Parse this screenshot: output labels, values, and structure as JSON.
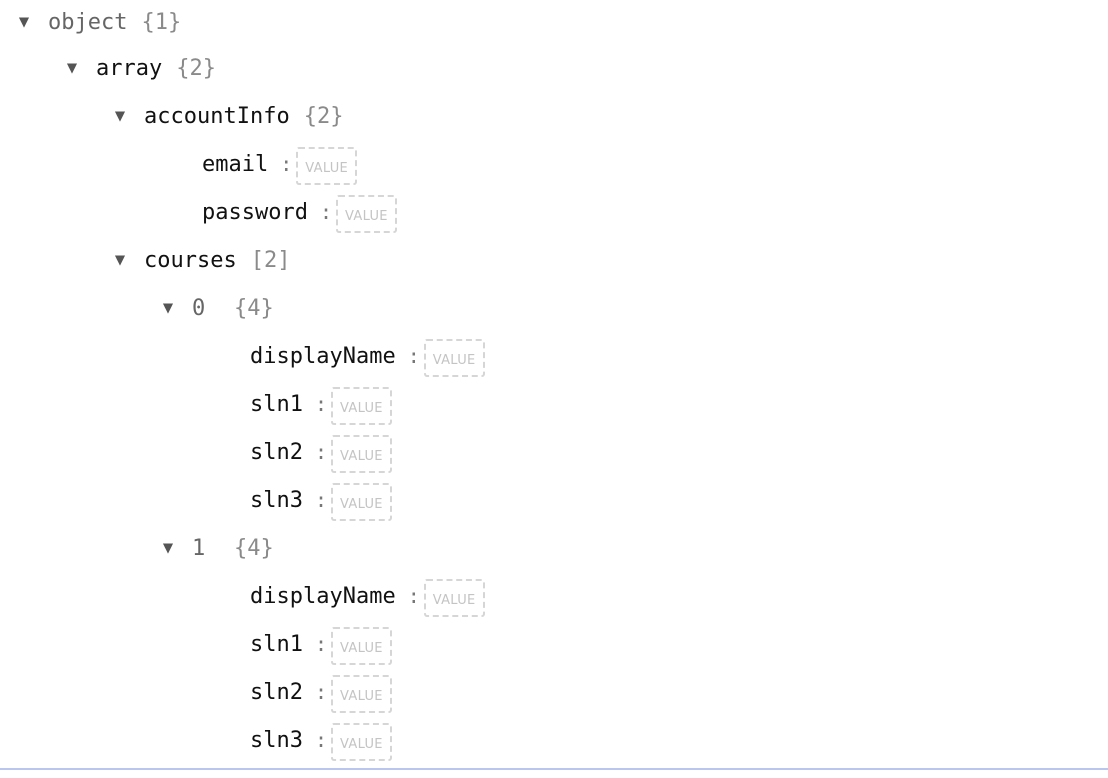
{
  "tree": {
    "root": {
      "key": "object",
      "count": "{1}",
      "toggle": "▼"
    },
    "array": {
      "key": "array",
      "count": "{2}",
      "toggle": "▼"
    },
    "accountInfo": {
      "key": "accountInfo",
      "count": "{2}",
      "toggle": "▼",
      "fields": [
        {
          "key": "email",
          "colon": ":",
          "value_placeholder": "VALUE"
        },
        {
          "key": "password",
          "colon": ":",
          "value_placeholder": "VALUE"
        }
      ]
    },
    "courses": {
      "key": "courses",
      "count": "[2]",
      "toggle": "▼",
      "items": [
        {
          "index": "0",
          "count": "{4}",
          "toggle": "▼",
          "fields": [
            {
              "key": "displayName",
              "colon": ":",
              "value_placeholder": "VALUE"
            },
            {
              "key": "sln1",
              "colon": ":",
              "value_placeholder": "VALUE"
            },
            {
              "key": "sln2",
              "colon": ":",
              "value_placeholder": "VALUE"
            },
            {
              "key": "sln3",
              "colon": ":",
              "value_placeholder": "VALUE"
            }
          ]
        },
        {
          "index": "1",
          "count": "{4}",
          "toggle": "▼",
          "fields": [
            {
              "key": "displayName",
              "colon": ":",
              "value_placeholder": "VALUE"
            },
            {
              "key": "sln1",
              "colon": ":",
              "value_placeholder": "VALUE"
            },
            {
              "key": "sln2",
              "colon": ":",
              "value_placeholder": "VALUE"
            },
            {
              "key": "sln3",
              "colon": ":",
              "value_placeholder": "VALUE"
            }
          ]
        }
      ]
    }
  },
  "colors": {
    "key_text": "#111111",
    "count_text": "#8a8a8a",
    "value_border": "#d6d6d6",
    "bottom_line": "#b9c7ee"
  }
}
